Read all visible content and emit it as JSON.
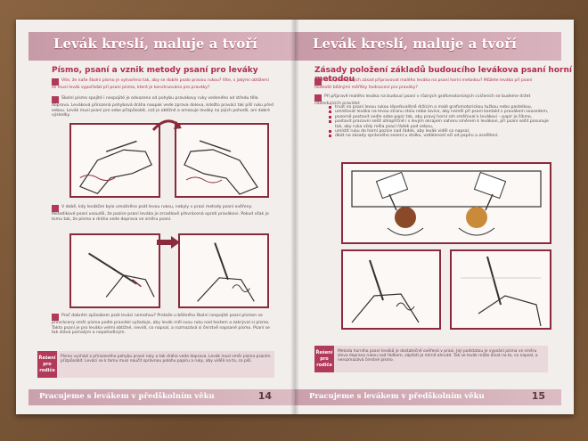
{
  "left_page": {
    "header_title": "Levák kreslí, maluje a tvoří",
    "section_title": "Písmo, psaní a vznik metody psaní pro leváky",
    "q1": "Víte, že naše školní písmo je vytvořeno tak, aby se dobře psalo pravou rukou? Víte, s jakými obtížemi se musí levák vypořádat při psaní písma, které je konstruováno pro praváky?",
    "p1": "Školní písmo spojité i nespojité je odvozeno od pohybu pravákovy ruky vedeného od středu těla doprava. Leváková přirozená pohybová dráha naopak vede zprava doleva, kdežto praváci tak píší ruku před sebou. Levák musí psaní pro sebe přizpůsobit, což je obtížné a omezuje leváky na jejich pohodlí, ani dobré výsledky.",
    "p2": "V době, kdy levákům bylo umožněno psát levou rukou, nebyly v praxi metody psaní ověřeny. Metodikové psaní usoudili, že pozice psaní leváka je zrcadlově převrácená oproti pravákovi. Pokud však je tomu tak, že písmo a dráha vede doprava ve směru psaní.",
    "p3": "Proč dobrém způsobem psát leváci nemohou? Protože u běžného školní nespojité psaní písmen se převrácený směr písma podle pravidel vyžaduje, aby levák měl svou ruku nad textem a zakrýval si písmo. Takto psaní je pro leváka velmi obtížné, nevidí, co napsal, a rozmazává si čerstvě napsané písmo. Psaní se tak stává pomalým a nepohodlným.",
    "tip_label": "Řešení pro rodiče",
    "tip_text": "Písmo vychází z přirozeného pohybu pravé ruky a tak dráha vede doprava. Levák musí směr písma psaním přizpůsobit. Leváci se k tomu musí naučit správnou polohu papíru a ruky, aby viděli na to, co píší.",
    "footer": "Pracujeme s levákem v předškolním věku",
    "page_number": "14"
  },
  "right_page": {
    "header_title": "Levák kreslí, maluje a tvoří",
    "section_title": "Zásady položení základů budoucího levákova psaní horní metodou",
    "q1": "Víte, podle jakých zásad připravovat malého leváka na psaní horní metodou? Můžete leváka při psaní hodnotit běžnými měřítky hodnocení pro praváky?",
    "p1": "Při přípravě malého leváka na budoucí psaní v různých grafomotorických cvičeních se budeme držet následujících pravidel:",
    "bullets": [
      "trvat na psaní levou rukou lépe/kvalitně držícím a malé grafomotorickou tužkou nebo pastelkou,",
      "umísťovat leváka na levou stranu stolu nebo lavice, aby neměl při psaní kontakt s pravákem sousedem,",
      "pozorně postavit vedle sebe papír tak, aby pravý horní roh směřoval k levákovi – papír je šikmo,",
      "postavit pracovní sešit úhlopříčně i s levým okrajem nahoru směrem k levákovi, při psaní sešit posunuje tak, aby ruka vždy měla psací řádek pod sebou,",
      "umístit ruku do horní pozice nad řádek, aby levák viděl co napsal,",
      "dbát na zásady správného sezení u stolku, vzdálenost očí od papíru a osvětlení."
    ],
    "tip_label": "Řešení pro rodiče",
    "tip_text": "Metoda horního psaní leváků je dostatečně ověřená v praxi. Její podstatou je vypsání písma ve směru zleva doprava rukou nad řádkem, zápěstí je mírně ohnuté. Tak se levák může dívat na to, co napsal, a nerozmazává čerstvé písmo.",
    "footer": "Pracujeme s levákem v předškolním věku",
    "page_number": "15"
  }
}
